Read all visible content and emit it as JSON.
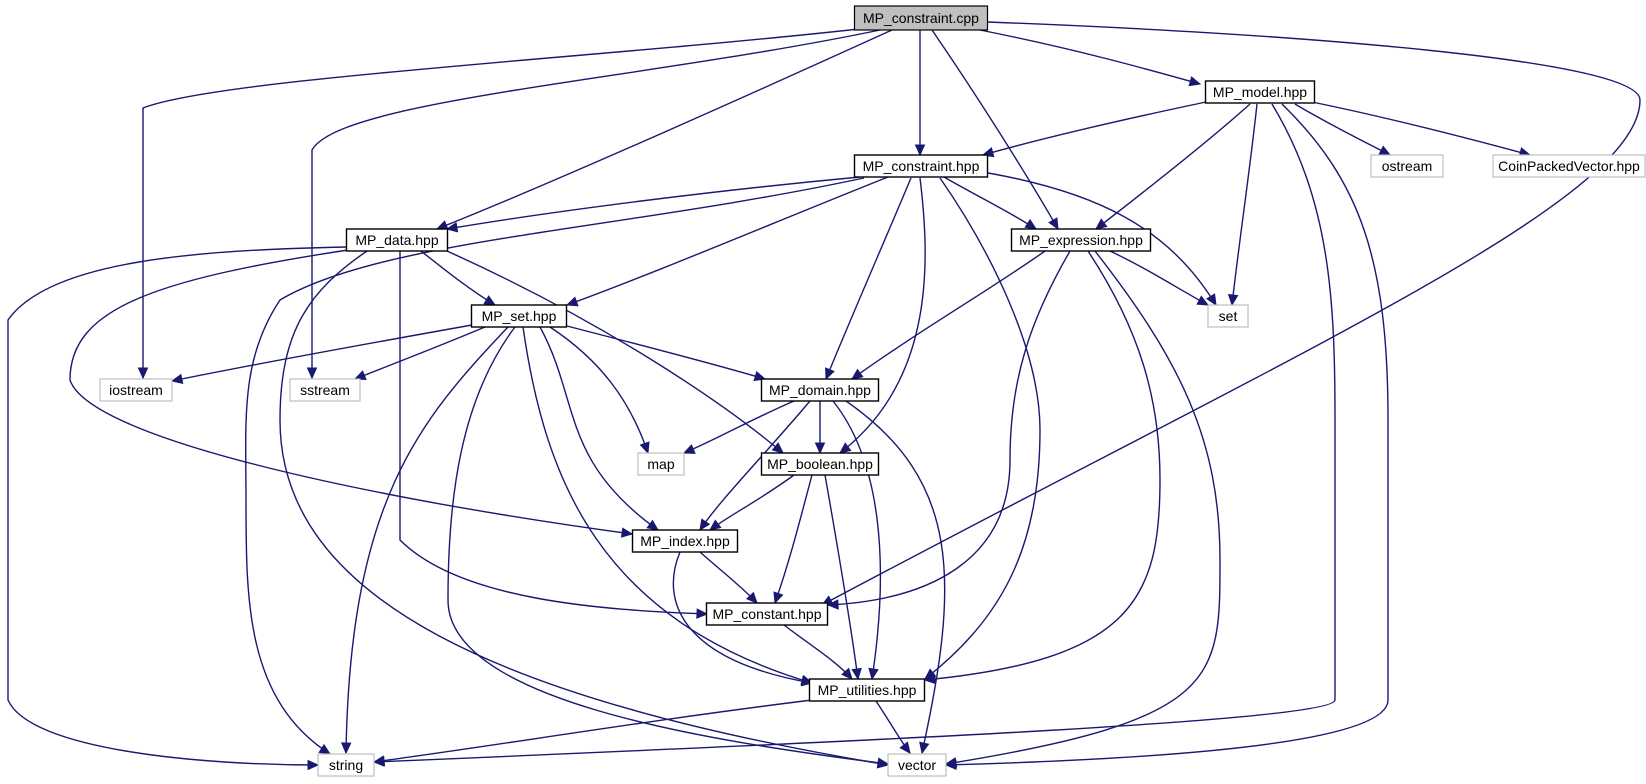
{
  "diagram": {
    "colors": {
      "edge": "#191970",
      "root_fill": "#bfbfbf",
      "internal_border": "#000000",
      "external_border": "#bfbfbf",
      "node_fill": "#ffffff"
    },
    "nodes": [
      {
        "id": "mp_constraint_cpp",
        "label": "MP_constraint.cpp",
        "kind": "root"
      },
      {
        "id": "mp_model_hpp",
        "label": "MP_model.hpp",
        "kind": "internal"
      },
      {
        "id": "mp_constraint_hpp",
        "label": "MP_constraint.hpp",
        "kind": "internal"
      },
      {
        "id": "ostream",
        "label": "ostream",
        "kind": "external"
      },
      {
        "id": "coinpackedvector_hpp",
        "label": "CoinPackedVector.hpp",
        "kind": "external"
      },
      {
        "id": "mp_data_hpp",
        "label": "MP_data.hpp",
        "kind": "internal"
      },
      {
        "id": "mp_expression_hpp",
        "label": "MP_expression.hpp",
        "kind": "internal"
      },
      {
        "id": "set",
        "label": "set",
        "kind": "external"
      },
      {
        "id": "mp_set_hpp",
        "label": "MP_set.hpp",
        "kind": "internal"
      },
      {
        "id": "iostream",
        "label": "iostream",
        "kind": "external"
      },
      {
        "id": "sstream",
        "label": "sstream",
        "kind": "external"
      },
      {
        "id": "mp_domain_hpp",
        "label": "MP_domain.hpp",
        "kind": "internal"
      },
      {
        "id": "map",
        "label": "map",
        "kind": "external"
      },
      {
        "id": "mp_boolean_hpp",
        "label": "MP_boolean.hpp",
        "kind": "internal"
      },
      {
        "id": "mp_index_hpp",
        "label": "MP_index.hpp",
        "kind": "internal"
      },
      {
        "id": "mp_constant_hpp",
        "label": "MP_constant.hpp",
        "kind": "internal"
      },
      {
        "id": "mp_utilities_hpp",
        "label": "MP_utilities.hpp",
        "kind": "internal"
      },
      {
        "id": "string",
        "label": "string",
        "kind": "external"
      },
      {
        "id": "vector",
        "label": "vector",
        "kind": "external"
      }
    ],
    "edges": [
      {
        "from": "mp_constraint_cpp",
        "to": "iostream"
      },
      {
        "from": "mp_constraint_cpp",
        "to": "sstream"
      },
      {
        "from": "mp_constraint_cpp",
        "to": "mp_data_hpp"
      },
      {
        "from": "mp_constraint_cpp",
        "to": "mp_constraint_hpp"
      },
      {
        "from": "mp_constraint_cpp",
        "to": "mp_expression_hpp"
      },
      {
        "from": "mp_constraint_cpp",
        "to": "mp_model_hpp"
      },
      {
        "from": "mp_constraint_cpp",
        "to": "mp_constant_hpp"
      },
      {
        "from": "mp_model_hpp",
        "to": "mp_constraint_hpp"
      },
      {
        "from": "mp_model_hpp",
        "to": "mp_expression_hpp"
      },
      {
        "from": "mp_model_hpp",
        "to": "set"
      },
      {
        "from": "mp_model_hpp",
        "to": "ostream"
      },
      {
        "from": "mp_model_hpp",
        "to": "coinpackedvector_hpp"
      },
      {
        "from": "mp_model_hpp",
        "to": "string"
      },
      {
        "from": "mp_model_hpp",
        "to": "vector"
      },
      {
        "from": "mp_constraint_hpp",
        "to": "mp_data_hpp"
      },
      {
        "from": "mp_constraint_hpp",
        "to": "mp_set_hpp"
      },
      {
        "from": "mp_constraint_hpp",
        "to": "mp_expression_hpp"
      },
      {
        "from": "mp_constraint_hpp",
        "to": "set"
      },
      {
        "from": "mp_constraint_hpp",
        "to": "string"
      },
      {
        "from": "mp_constraint_hpp",
        "to": "mp_domain_hpp"
      },
      {
        "from": "mp_constraint_hpp",
        "to": "mp_boolean_hpp"
      },
      {
        "from": "mp_constraint_hpp",
        "to": "mp_utilities_hpp"
      },
      {
        "from": "mp_data_hpp",
        "to": "mp_set_hpp"
      },
      {
        "from": "mp_data_hpp",
        "to": "string"
      },
      {
        "from": "mp_data_hpp",
        "to": "vector"
      },
      {
        "from": "mp_data_hpp",
        "to": "mp_index_hpp"
      },
      {
        "from": "mp_data_hpp",
        "to": "mp_constant_hpp"
      },
      {
        "from": "mp_data_hpp",
        "to": "mp_boolean_hpp"
      },
      {
        "from": "mp_expression_hpp",
        "to": "set"
      },
      {
        "from": "mp_expression_hpp",
        "to": "mp_domain_hpp"
      },
      {
        "from": "mp_expression_hpp",
        "to": "mp_constant_hpp"
      },
      {
        "from": "mp_expression_hpp",
        "to": "mp_utilities_hpp"
      },
      {
        "from": "mp_expression_hpp",
        "to": "vector"
      },
      {
        "from": "mp_set_hpp",
        "to": "iostream"
      },
      {
        "from": "mp_set_hpp",
        "to": "sstream"
      },
      {
        "from": "mp_set_hpp",
        "to": "mp_domain_hpp"
      },
      {
        "from": "mp_set_hpp",
        "to": "map"
      },
      {
        "from": "mp_set_hpp",
        "to": "mp_index_hpp"
      },
      {
        "from": "mp_set_hpp",
        "to": "mp_utilities_hpp"
      },
      {
        "from": "mp_set_hpp",
        "to": "string"
      },
      {
        "from": "mp_set_hpp",
        "to": "vector"
      },
      {
        "from": "mp_domain_hpp",
        "to": "map"
      },
      {
        "from": "mp_domain_hpp",
        "to": "mp_boolean_hpp"
      },
      {
        "from": "mp_domain_hpp",
        "to": "mp_index_hpp"
      },
      {
        "from": "mp_domain_hpp",
        "to": "mp_utilities_hpp"
      },
      {
        "from": "mp_domain_hpp",
        "to": "vector"
      },
      {
        "from": "mp_boolean_hpp",
        "to": "mp_index_hpp"
      },
      {
        "from": "mp_boolean_hpp",
        "to": "mp_constant_hpp"
      },
      {
        "from": "mp_boolean_hpp",
        "to": "mp_utilities_hpp"
      },
      {
        "from": "mp_index_hpp",
        "to": "mp_constant_hpp"
      },
      {
        "from": "mp_index_hpp",
        "to": "mp_utilities_hpp"
      },
      {
        "from": "mp_constant_hpp",
        "to": "mp_utilities_hpp"
      },
      {
        "from": "mp_utilities_hpp",
        "to": "string"
      },
      {
        "from": "mp_utilities_hpp",
        "to": "vector"
      }
    ]
  }
}
